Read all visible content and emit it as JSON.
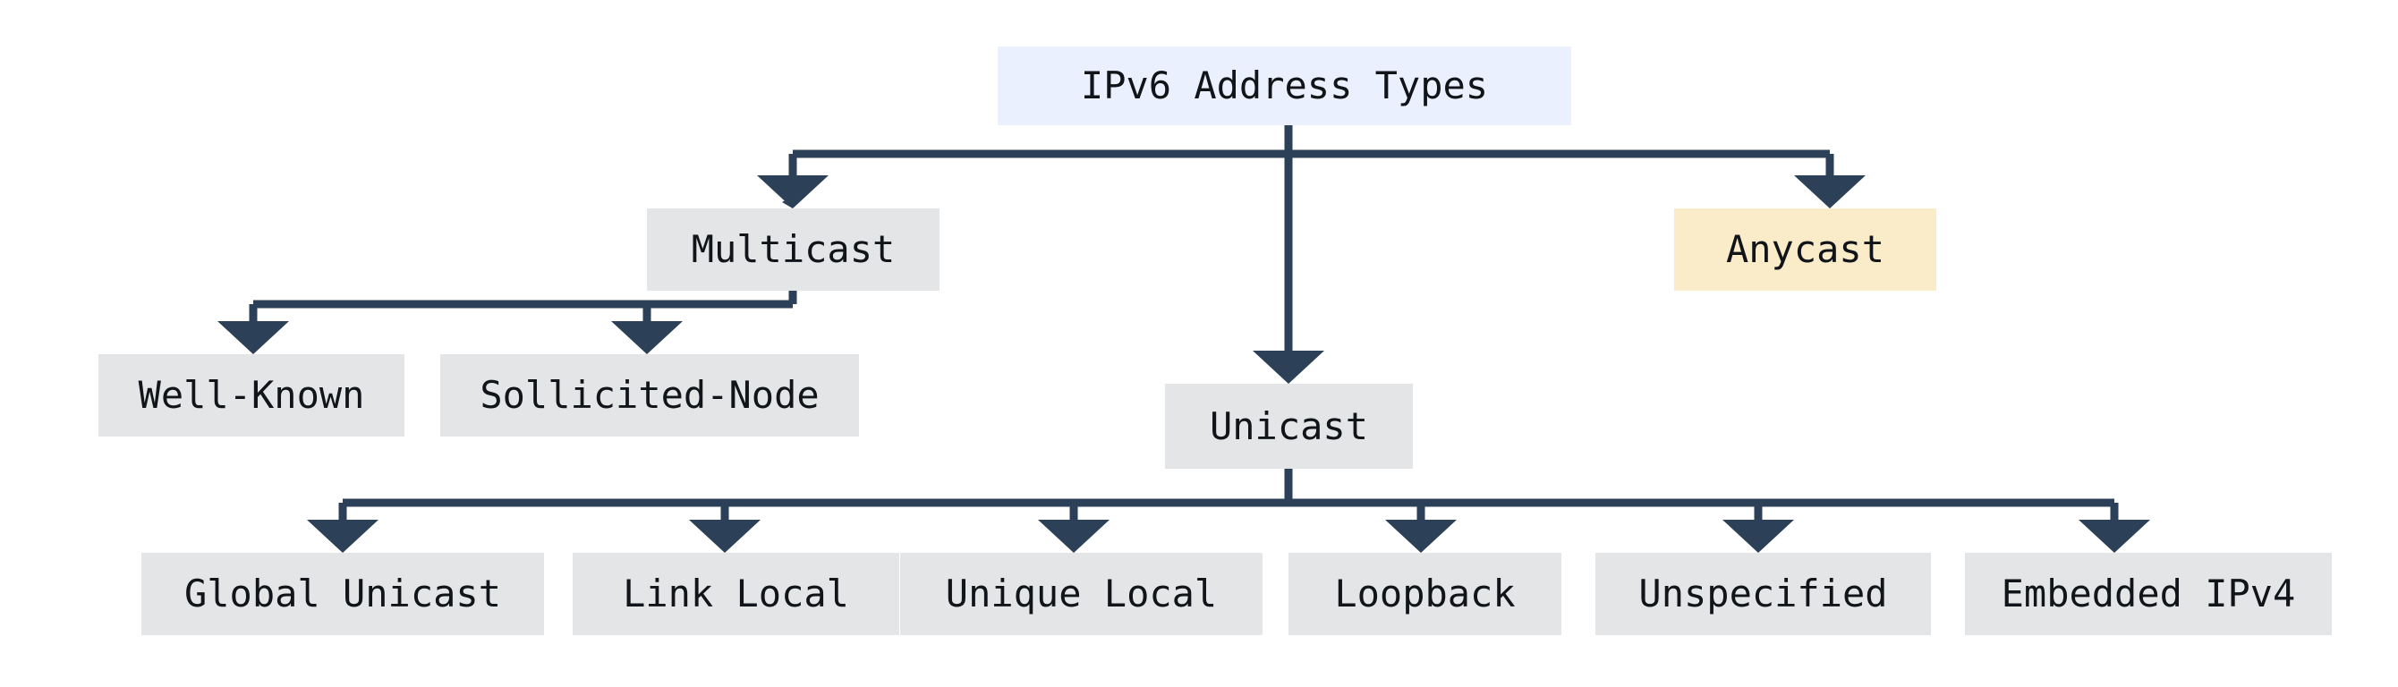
{
  "diagram": {
    "title": "IPv6 Address Types",
    "type": "tree-hierarchy-flowchart",
    "background_color": "#ffffff",
    "edge_color": "#2c4058",
    "palette": {
      "root_fill": "#eaf0fd",
      "default_fill": "#e4e5e7",
      "accent_fill": "#fbecc9",
      "text_color": "#111418"
    }
  },
  "nodes": {
    "root": {
      "label": "IPv6 Address Types",
      "style": "root"
    },
    "multicast": {
      "label": "Multicast",
      "style": "default"
    },
    "anycast": {
      "label": "Anycast",
      "style": "accent"
    },
    "unicast": {
      "label": "Unicast",
      "style": "default"
    },
    "well_known": {
      "label": "Well-Known",
      "style": "default"
    },
    "sollicited_node": {
      "label": "Sollicited-Node",
      "style": "default"
    },
    "global_unicast": {
      "label": "Global Unicast",
      "style": "default"
    },
    "link_local": {
      "label": "Link Local",
      "style": "default"
    },
    "unique_local": {
      "label": "Unique Local",
      "style": "default"
    },
    "loopback": {
      "label": "Loopback",
      "style": "default"
    },
    "unspecified": {
      "label": "Unspecified",
      "style": "default"
    },
    "embedded_ipv4": {
      "label": "Embedded IPv4",
      "style": "default"
    }
  },
  "edges": [
    {
      "from": "root",
      "to": "multicast"
    },
    {
      "from": "root",
      "to": "unicast"
    },
    {
      "from": "root",
      "to": "anycast"
    },
    {
      "from": "multicast",
      "to": "well_known"
    },
    {
      "from": "multicast",
      "to": "sollicited_node"
    },
    {
      "from": "unicast",
      "to": "global_unicast"
    },
    {
      "from": "unicast",
      "to": "link_local"
    },
    {
      "from": "unicast",
      "to": "unique_local"
    },
    {
      "from": "unicast",
      "to": "loopback"
    },
    {
      "from": "unicast",
      "to": "unspecified"
    },
    {
      "from": "unicast",
      "to": "embedded_ipv4"
    }
  ]
}
